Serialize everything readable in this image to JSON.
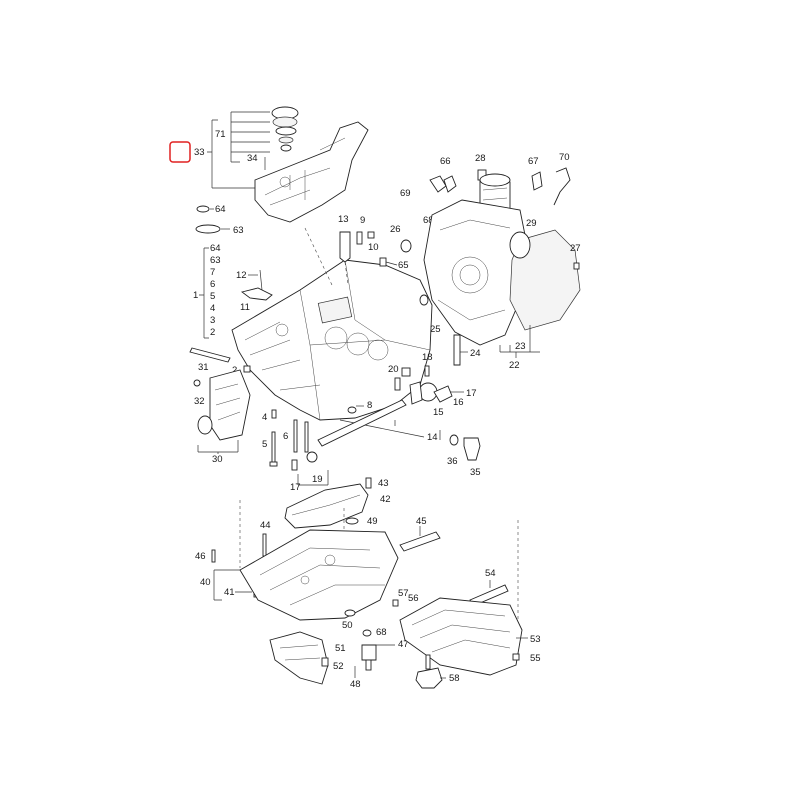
{
  "highlight": {
    "label": "33",
    "color": "#e02020"
  },
  "callouts": [
    {
      "id": "c71",
      "text": "71"
    },
    {
      "id": "c34",
      "text": "34"
    },
    {
      "id": "c64a",
      "text": "64"
    },
    {
      "id": "c63a",
      "text": "63"
    },
    {
      "id": "c64b",
      "text": "64"
    },
    {
      "id": "c63b",
      "text": "63"
    },
    {
      "id": "c7",
      "text": "7"
    },
    {
      "id": "c6",
      "text": "6"
    },
    {
      "id": "c5",
      "text": "5"
    },
    {
      "id": "c4",
      "text": "4"
    },
    {
      "id": "c3",
      "text": "3"
    },
    {
      "id": "c2a",
      "text": "2"
    },
    {
      "id": "c1",
      "text": "1"
    },
    {
      "id": "c12",
      "text": "12"
    },
    {
      "id": "c11",
      "text": "11"
    },
    {
      "id": "c13",
      "text": "13"
    },
    {
      "id": "c9",
      "text": "9"
    },
    {
      "id": "c10",
      "text": "10"
    },
    {
      "id": "c26",
      "text": "26"
    },
    {
      "id": "c65",
      "text": "65"
    },
    {
      "id": "c66",
      "text": "66"
    },
    {
      "id": "c28",
      "text": "28"
    },
    {
      "id": "c67",
      "text": "67"
    },
    {
      "id": "c70",
      "text": "70"
    },
    {
      "id": "c69",
      "text": "69"
    },
    {
      "id": "c68a",
      "text": "68"
    },
    {
      "id": "c29",
      "text": "29"
    },
    {
      "id": "c27",
      "text": "27"
    },
    {
      "id": "c25",
      "text": "25"
    },
    {
      "id": "c23",
      "text": "23"
    },
    {
      "id": "c22",
      "text": "22"
    },
    {
      "id": "c24",
      "text": "24"
    },
    {
      "id": "c18",
      "text": "18"
    },
    {
      "id": "c20",
      "text": "20"
    },
    {
      "id": "c17a",
      "text": "17"
    },
    {
      "id": "c16",
      "text": "16"
    },
    {
      "id": "c15",
      "text": "15"
    },
    {
      "id": "c14",
      "text": "14"
    },
    {
      "id": "c8",
      "text": "8"
    },
    {
      "id": "c31",
      "text": "31"
    },
    {
      "id": "c2b",
      "text": "2"
    },
    {
      "id": "c32",
      "text": "32"
    },
    {
      "id": "c30",
      "text": "30"
    },
    {
      "id": "c4b",
      "text": "4"
    },
    {
      "id": "c6b",
      "text": "6"
    },
    {
      "id": "c5b",
      "text": "5"
    },
    {
      "id": "c17b",
      "text": "17"
    },
    {
      "id": "c19",
      "text": "19"
    },
    {
      "id": "c36",
      "text": "36"
    },
    {
      "id": "c35",
      "text": "35"
    },
    {
      "id": "c43",
      "text": "43"
    },
    {
      "id": "c42",
      "text": "42"
    },
    {
      "id": "c49",
      "text": "49"
    },
    {
      "id": "c45",
      "text": "45"
    },
    {
      "id": "c44",
      "text": "44"
    },
    {
      "id": "c46",
      "text": "46"
    },
    {
      "id": "c40",
      "text": "40"
    },
    {
      "id": "c41",
      "text": "41"
    },
    {
      "id": "c54",
      "text": "54"
    },
    {
      "id": "c57",
      "text": "57"
    },
    {
      "id": "c56",
      "text": "56"
    },
    {
      "id": "c50",
      "text": "50"
    },
    {
      "id": "c68b",
      "text": "68"
    },
    {
      "id": "c47",
      "text": "47"
    },
    {
      "id": "c51",
      "text": "51"
    },
    {
      "id": "c52",
      "text": "52"
    },
    {
      "id": "c48",
      "text": "48"
    },
    {
      "id": "c53",
      "text": "53"
    },
    {
      "id": "c55",
      "text": "55"
    },
    {
      "id": "c58",
      "text": "58"
    }
  ]
}
